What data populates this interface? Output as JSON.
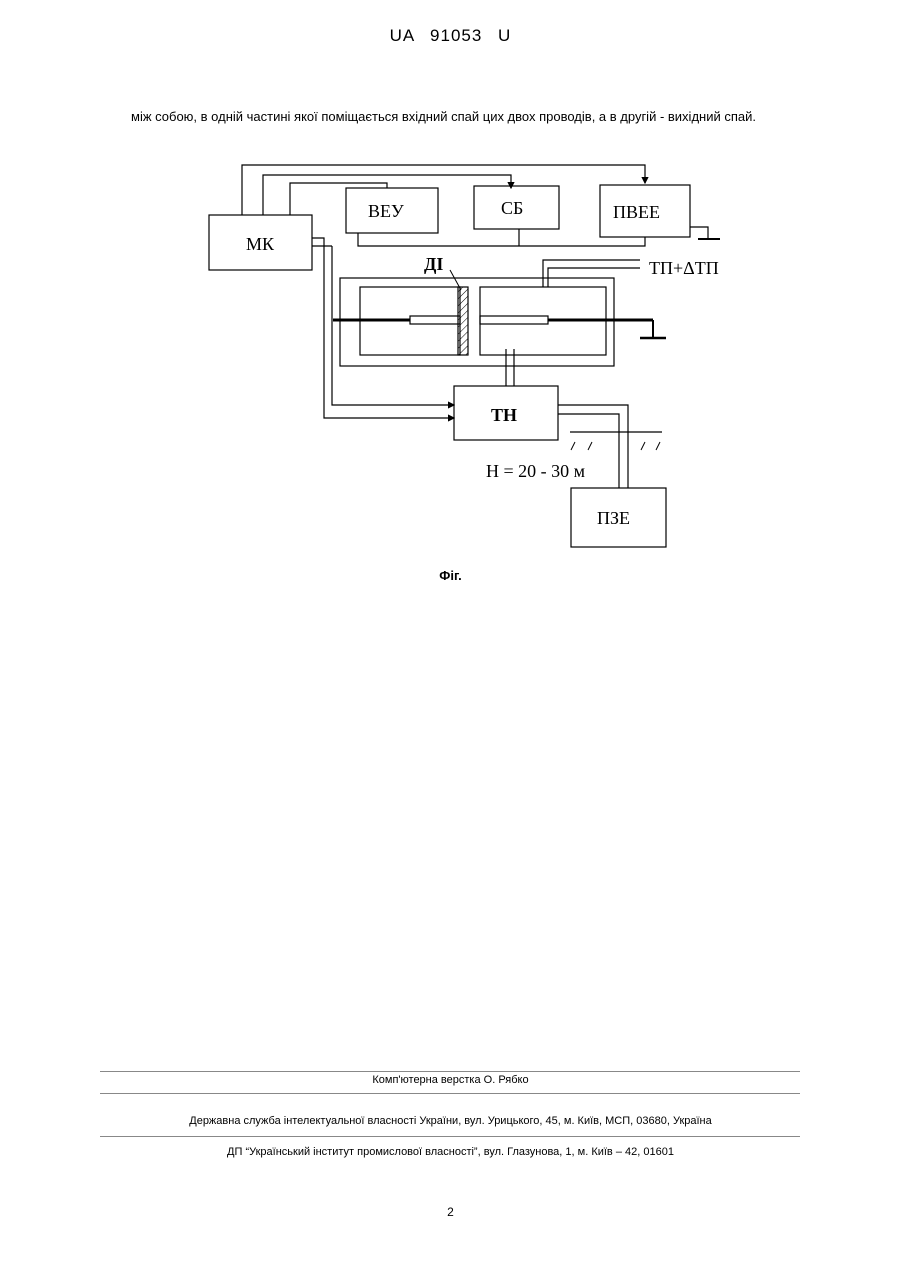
{
  "header": {
    "patent_id": "UA   91053   U"
  },
  "paragraph": "між собою, в одній частині якої поміщається вхідний спай цих двох проводів, а в другій - вихідний спай.",
  "figure": {
    "labels": {
      "mk": "МК",
      "veu": "ВЕУ",
      "sb": "СБ",
      "pvee": "ПВЕЕ",
      "di": "ДІ",
      "tp": "ТП+ΔТП",
      "tn": "ТН",
      "depth": "Н = 20 - 30 м",
      "pze": "ПЗЕ"
    },
    "caption": "Фіг."
  },
  "footer": {
    "layout_credit": "Комп'ютерна верстка О. Рябко",
    "agency": "Державна служба інтелектуальної власності України, вул. Урицького, 45, м. Київ, МСП, 03680, Україна",
    "institute": "ДП “Український інститут промислової власності”, вул. Глазунова, 1, м. Київ – 42, 01601"
  },
  "page_number": "2"
}
